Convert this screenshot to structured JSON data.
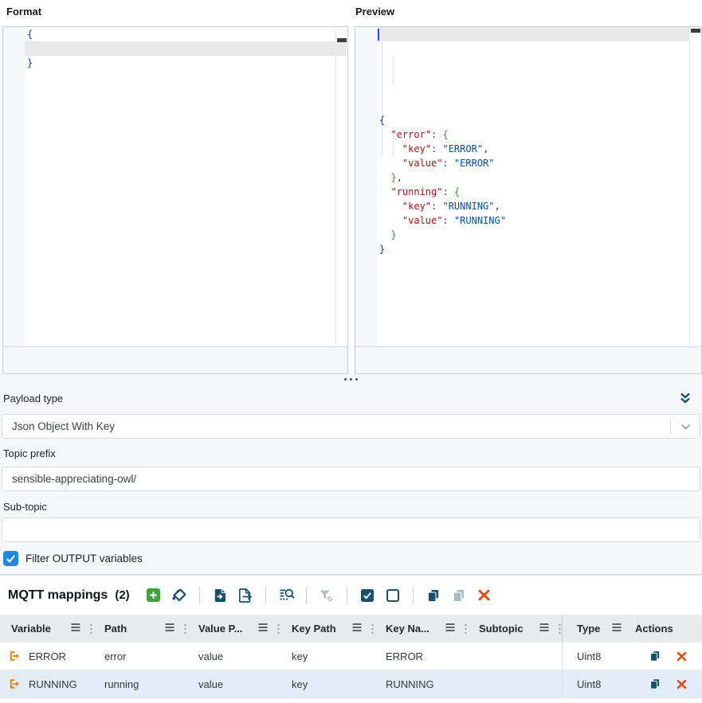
{
  "colors": {
    "accent_navy": "#15506f",
    "accent_green": "#3fa33c",
    "accent_orange": "#e8820a",
    "accent_red": "#dd4e1a",
    "checkbox_blue": "#1e88e5",
    "json_key": "#a31515",
    "json_string": "#0451a5",
    "bracket_outer": "#0431fa",
    "bracket_inner": "#319331",
    "row_selected_bg": "#e2edf8"
  },
  "editors": {
    "format": {
      "label": "Format",
      "lines": [
        [
          [
            "b1",
            "{"
          ]
        ],
        [],
        [
          [
            "b1",
            "}"
          ]
        ]
      ]
    },
    "preview": {
      "label": "Preview",
      "lines": [
        [
          [
            "b1",
            "{"
          ]
        ],
        [
          [
            "pl",
            "  "
          ],
          [
            "key",
            "\"error\""
          ],
          [
            "pl",
            ": "
          ],
          [
            "b2",
            "{"
          ]
        ],
        [
          [
            "pl",
            "    "
          ],
          [
            "key",
            "\"key\""
          ],
          [
            "pl",
            ": "
          ],
          [
            "str",
            "\"ERROR\""
          ],
          [
            "pl",
            ","
          ]
        ],
        [
          [
            "pl",
            "    "
          ],
          [
            "key",
            "\"value\""
          ],
          [
            "pl",
            ": "
          ],
          [
            "str",
            "\"ERROR\""
          ]
        ],
        [
          [
            "pl",
            "  "
          ],
          [
            "b2",
            "}"
          ],
          [
            "pl",
            ","
          ]
        ],
        [
          [
            "pl",
            "  "
          ],
          [
            "key",
            "\"running\""
          ],
          [
            "pl",
            ": "
          ],
          [
            "b2",
            "{"
          ]
        ],
        [
          [
            "pl",
            "    "
          ],
          [
            "key",
            "\"key\""
          ],
          [
            "pl",
            ": "
          ],
          [
            "str",
            "\"RUNNING\""
          ],
          [
            "pl",
            ","
          ]
        ],
        [
          [
            "pl",
            "    "
          ],
          [
            "key",
            "\"value\""
          ],
          [
            "pl",
            ": "
          ],
          [
            "str",
            "\"RUNNING\""
          ]
        ],
        [
          [
            "pl",
            "  "
          ],
          [
            "b2",
            "}"
          ]
        ],
        [
          [
            "b1",
            "}"
          ]
        ]
      ]
    }
  },
  "form": {
    "payload_type_label": "Payload type",
    "payload_type_value": "Json Object With Key",
    "topic_prefix_label": "Topic prefix",
    "topic_prefix_value": "sensible-appreciating-owl/",
    "sub_topic_label": "Sub-topic",
    "sub_topic_value": "",
    "filter_checkbox_label": "Filter OUTPUT variables",
    "filter_checkbox_checked": true
  },
  "mappings": {
    "toolbar": {
      "title": "MQTT mappings",
      "count": "(2)",
      "groups": [
        [
          "add-mapping",
          "auto-fill"
        ],
        [
          "import-mappings",
          "export-mappings"
        ],
        [
          "search-mappings"
        ],
        [
          "filter-toggle"
        ],
        [
          "select-all",
          "deselect-all"
        ],
        [
          "copy-selected",
          "paste",
          "delete-selected"
        ]
      ],
      "disabled": [
        "filter-toggle",
        "paste"
      ]
    },
    "table": {
      "columns": [
        {
          "label": "Variable"
        },
        {
          "label": "Path"
        },
        {
          "label": "Value P..."
        },
        {
          "label": "Key Path"
        },
        {
          "label": "Key Na..."
        },
        {
          "label": "Subtopic"
        },
        {
          "label": "Type"
        },
        {
          "label": "Actions"
        }
      ],
      "rows": [
        {
          "variable": "ERROR",
          "path": "error",
          "value_path": "value",
          "key_path": "key",
          "key_name": "ERROR",
          "subtopic": "",
          "type": "Uint8"
        },
        {
          "variable": "RUNNING",
          "path": "running",
          "value_path": "value",
          "key_path": "key",
          "key_name": "RUNNING",
          "subtopic": "",
          "type": "Uint8"
        }
      ]
    }
  }
}
